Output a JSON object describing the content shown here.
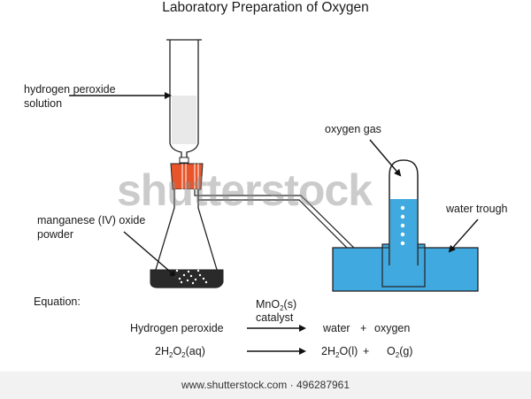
{
  "title": "Laboratory Preparation of Oxygen",
  "labels": {
    "hydrogen_peroxide_line1": "hydrogen peroxide",
    "hydrogen_peroxide_line2": "solution",
    "oxygen_gas": "oxygen gas",
    "manganese_line1": "manganese (IV) oxide",
    "manganese_line2": "powder",
    "water_trough": "water trough"
  },
  "equation": {
    "heading": "Equation:",
    "catalyst_formula_main": "MnO",
    "catalyst_formula_sub": "2",
    "catalyst_formula_end": "(s)",
    "catalyst_word": "catalyst",
    "word_reactant": "Hydrogen peroxide",
    "word_product_1": "water",
    "word_plus": "+",
    "word_product_2": "oxygen",
    "sym_reactant_a": "2H",
    "sym_reactant_sub1": "2",
    "sym_reactant_b": "O",
    "sym_reactant_sub2": "2",
    "sym_reactant_c": "(aq)",
    "sym_product_1a": "2H",
    "sym_product_1sub": "2",
    "sym_product_1b": "O(l)",
    "sym_plus": "+",
    "sym_product_2a": "O",
    "sym_product_2sub": "2",
    "sym_product_2b": "(g)"
  },
  "watermark": "shutterstock",
  "footer": "www.shutterstock.com · 496287961",
  "colors": {
    "water": "#3fa9e0",
    "stopper": "#e8552b",
    "powder": "#2a2a2a",
    "glass": "#ffffff",
    "outline": "#222222",
    "footer_bg": "#f2f2f2"
  }
}
